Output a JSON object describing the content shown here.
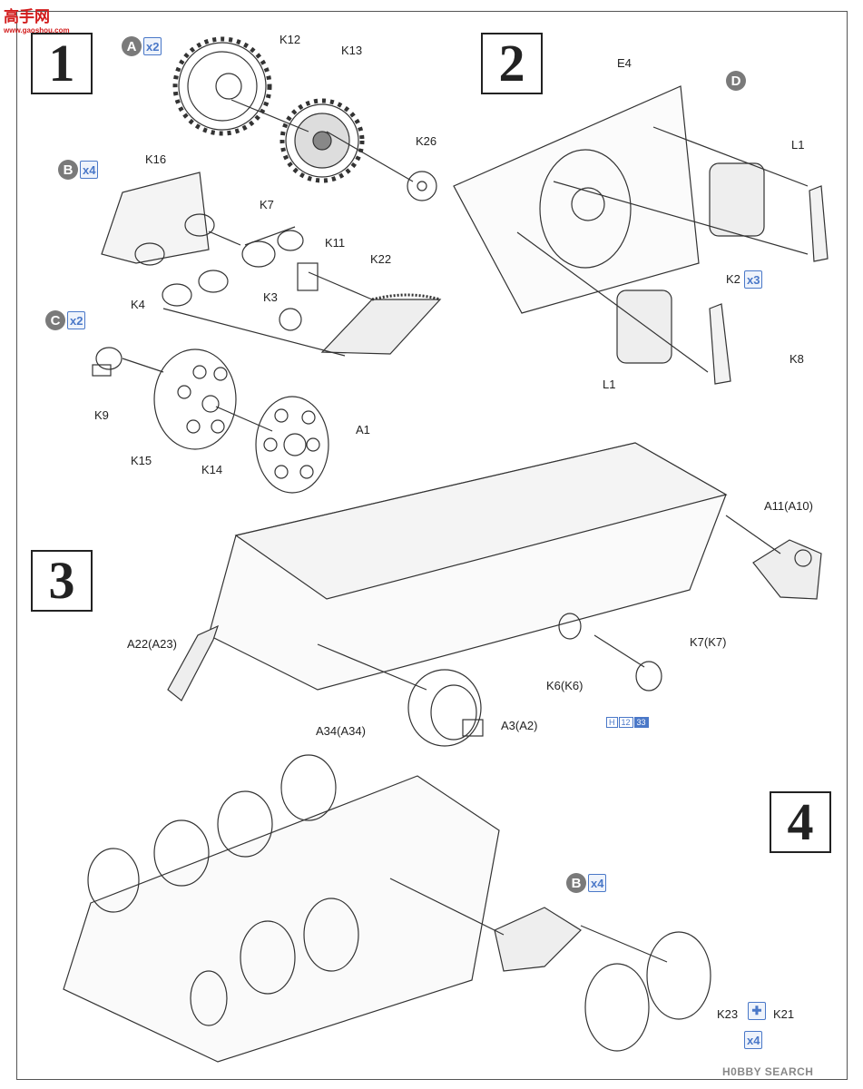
{
  "logo": {
    "text": "高手网",
    "sub": "www.gaoshou.com"
  },
  "watermark": "H0BBY SEARCH",
  "steps": [
    "1",
    "2",
    "3",
    "4"
  ],
  "badges": {
    "a": {
      "letter": "A",
      "mult": "x2"
    },
    "b": {
      "letter": "B",
      "mult": "x4"
    },
    "c": {
      "letter": "C",
      "mult": "x2"
    },
    "d": {
      "letter": "D"
    },
    "b2": {
      "letter": "B",
      "mult": "x4"
    },
    "k2": {
      "mult": "x3"
    },
    "k21": {
      "mult": "x4"
    }
  },
  "labels": {
    "k12": "K12",
    "k13": "K13",
    "k26": "K26",
    "k16": "K16",
    "k7": "K7",
    "k11": "K11",
    "k22": "K22",
    "k3": "K3",
    "k4": "K4",
    "k9": "K9",
    "k15": "K15",
    "k14": "K14",
    "e4": "E4",
    "l1a": "L1",
    "l1b": "L1",
    "k2": "K2",
    "k8": "K8",
    "a1": "A1",
    "a11": "A11(A10)",
    "a22": "A22(A23)",
    "a34": "A34(A34)",
    "a3": "A3(A2)",
    "k6": "K6(K6)",
    "k7k7": "K7(K7)",
    "k23": "K23",
    "k21": "K21"
  },
  "hcode": [
    "H",
    "12",
    "33"
  ]
}
